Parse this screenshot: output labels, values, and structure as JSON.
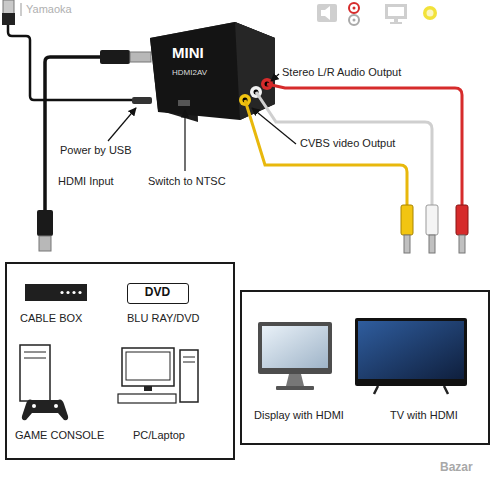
{
  "diagram": {
    "nodes": [
      {
        "text": [
          "MINI",
          "HDMI2AV"
        ]
      },
      {
        "text": [
          "CABLE BOX",
          "BLU RAY/DVD",
          "GAME CONSOLE",
          "PC/Laptop"
        ]
      },
      {
        "text": [
          "DVD"
        ],
        "in": 1
      },
      {
        "text": [
          "Display with HDMI",
          "TV with HDMI"
        ]
      }
    ],
    "labels": [
      "Yamaoka",
      "Stereo L/R Audio Output",
      "CVBS video Output",
      "Power by USB",
      "HDMI Input",
      "Switch to NTSC",
      "Bazar"
    ]
  }
}
